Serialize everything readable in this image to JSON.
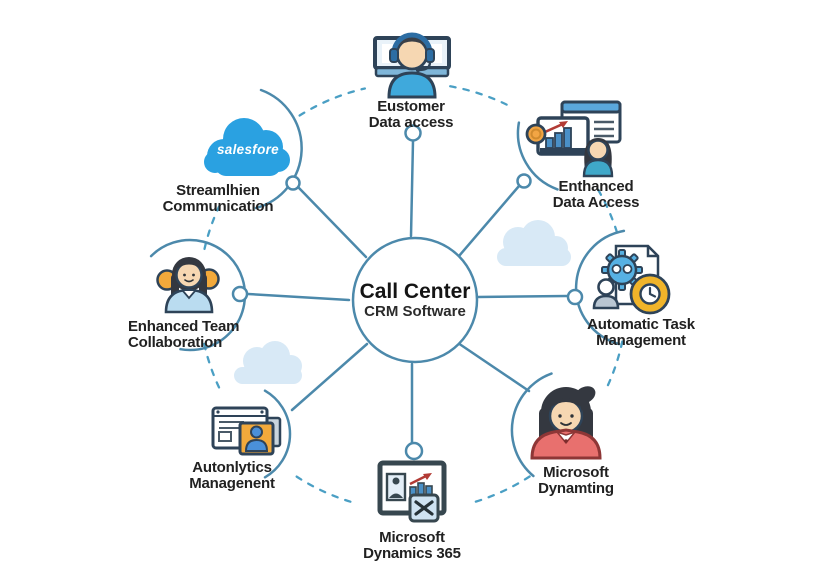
{
  "diagram_title": {
    "line1": "Call Center",
    "line2": "CRM Software"
  },
  "nodes": {
    "top": {
      "line1": "Eustomer",
      "line2": "Data access"
    },
    "top_right": {
      "line1": "Enthanced",
      "line2": "Data Access"
    },
    "right": {
      "line1": "Automatic Task",
      "line2": "Management"
    },
    "bottom_right": {
      "line1": "Microsoft",
      "line2": "Dynamting"
    },
    "bottom": {
      "line1": "Microsoft",
      "line2": "Dynamics 365"
    },
    "bottom_left": {
      "line1": "Autonlytics",
      "line2": "Managenent"
    },
    "left": {
      "line1": "Enhanced Team",
      "line2": "Collaboration"
    },
    "top_left": {
      "line1": "Streamlhien",
      "line2": "Communication"
    }
  },
  "salesforce_logo_text": "salesfore",
  "colors": {
    "line_blue": "#4c89ab",
    "dash_blue": "#4a9fc4",
    "outline_navy": "#2e4358",
    "cloud_light": "#d8e9f6",
    "salesforce_blue": "#2aa1e1",
    "accent_orange": "#f2a93b",
    "accent_yellow": "#f0b42a",
    "accent_red": "#e8706e",
    "accent_sky": "#3fa9dc",
    "bar_blue": "#4a90c7"
  }
}
